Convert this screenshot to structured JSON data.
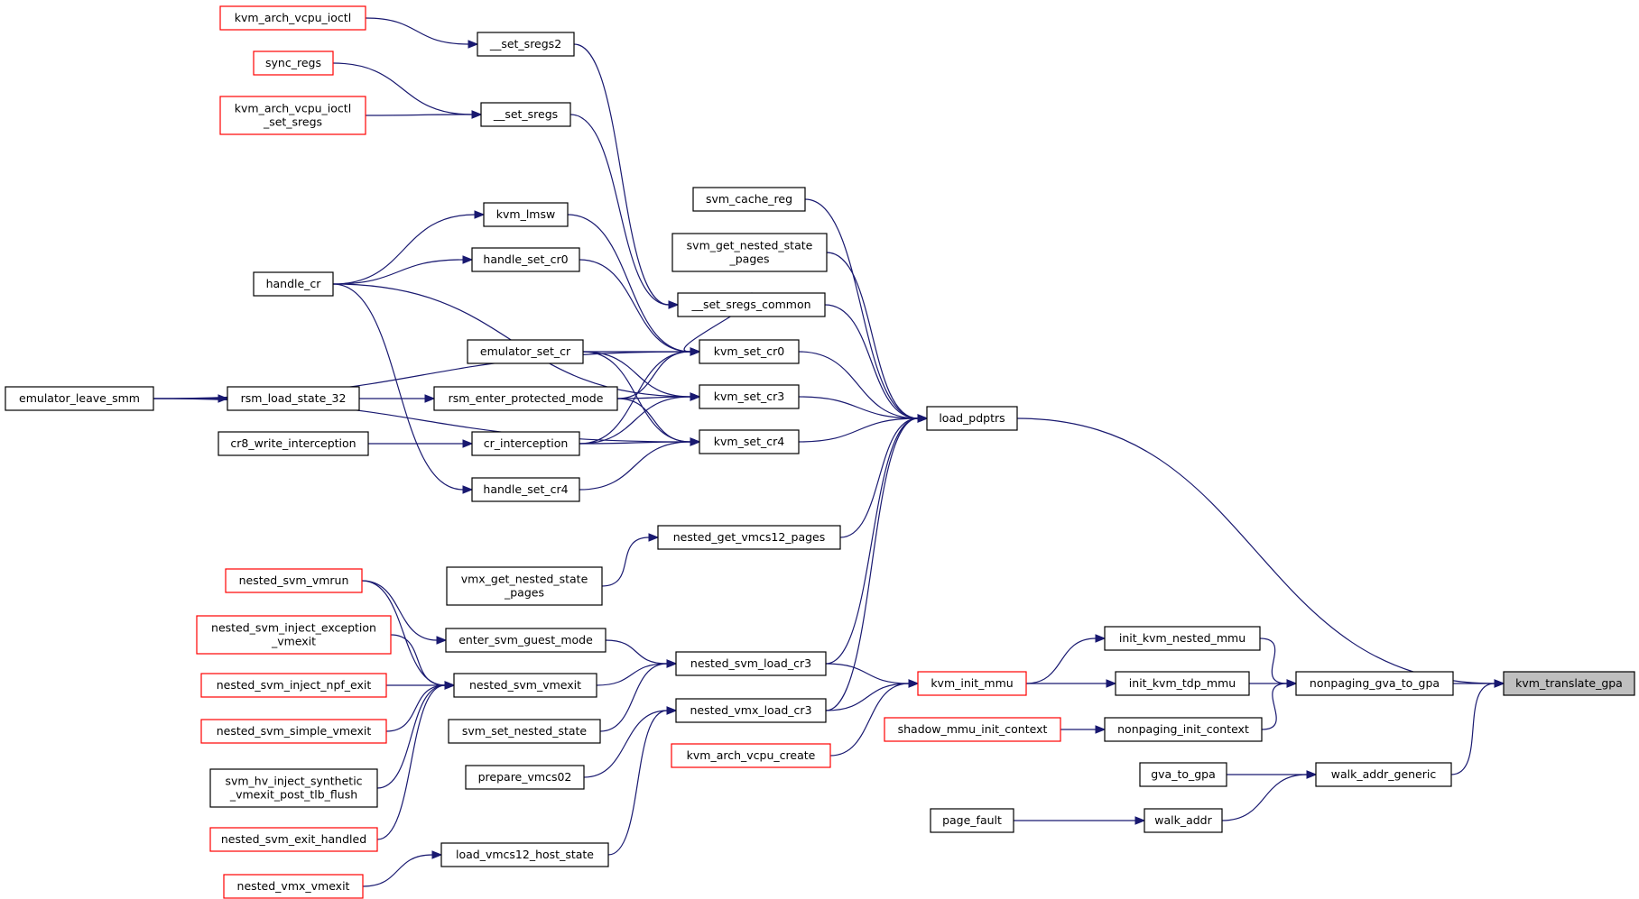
{
  "diagram": {
    "nodes": [
      {
        "id": "kvm_translate_gpa",
        "lines": [
          "kvm_translate_gpa"
        ],
        "style": "focus"
      },
      {
        "id": "nonpaging_gva_to_gpa",
        "lines": [
          "nonpaging_gva_to_gpa"
        ],
        "style": "normal"
      },
      {
        "id": "walk_addr_generic",
        "lines": [
          "walk_addr_generic"
        ],
        "style": "normal"
      },
      {
        "id": "load_pdptrs",
        "lines": [
          "load_pdptrs"
        ],
        "style": "normal"
      },
      {
        "id": "init_kvm_nested_mmu",
        "lines": [
          "init_kvm_nested_mmu"
        ],
        "style": "normal"
      },
      {
        "id": "init_kvm_tdp_mmu",
        "lines": [
          "init_kvm_tdp_mmu"
        ],
        "style": "normal"
      },
      {
        "id": "nonpaging_init_context",
        "lines": [
          "nonpaging_init_context"
        ],
        "style": "normal"
      },
      {
        "id": "gva_to_gpa",
        "lines": [
          "gva_to_gpa"
        ],
        "style": "normal"
      },
      {
        "id": "walk_addr",
        "lines": [
          "walk_addr"
        ],
        "style": "normal"
      },
      {
        "id": "page_fault",
        "lines": [
          "page_fault"
        ],
        "style": "normal"
      },
      {
        "id": "kvm_init_mmu",
        "lines": [
          "kvm_init_mmu"
        ],
        "style": "external"
      },
      {
        "id": "shadow_mmu_init_context",
        "lines": [
          "shadow_mmu_init_context"
        ],
        "style": "external"
      },
      {
        "id": "svm_cache_reg",
        "lines": [
          "svm_cache_reg"
        ],
        "style": "normal"
      },
      {
        "id": "svm_get_nested_state_pages",
        "lines": [
          "svm_get_nested_state",
          "_pages"
        ],
        "style": "normal"
      },
      {
        "id": "__set_sregs_common",
        "lines": [
          "__set_sregs_common"
        ],
        "style": "normal"
      },
      {
        "id": "kvm_set_cr0",
        "lines": [
          "kvm_set_cr0"
        ],
        "style": "normal"
      },
      {
        "id": "kvm_set_cr3",
        "lines": [
          "kvm_set_cr3"
        ],
        "style": "normal"
      },
      {
        "id": "kvm_set_cr4",
        "lines": [
          "kvm_set_cr4"
        ],
        "style": "normal"
      },
      {
        "id": "nested_get_vmcs12_pages",
        "lines": [
          "nested_get_vmcs12_pages"
        ],
        "style": "normal"
      },
      {
        "id": "nested_svm_load_cr3",
        "lines": [
          "nested_svm_load_cr3"
        ],
        "style": "normal"
      },
      {
        "id": "nested_vmx_load_cr3",
        "lines": [
          "nested_vmx_load_cr3"
        ],
        "style": "normal"
      },
      {
        "id": "kvm_arch_vcpu_create",
        "lines": [
          "kvm_arch_vcpu_create"
        ],
        "style": "external"
      },
      {
        "id": "__set_sregs2",
        "lines": [
          "__set_sregs2"
        ],
        "style": "normal"
      },
      {
        "id": "__set_sregs",
        "lines": [
          "__set_sregs"
        ],
        "style": "normal"
      },
      {
        "id": "kvm_lmsw",
        "lines": [
          "kvm_lmsw"
        ],
        "style": "normal"
      },
      {
        "id": "handle_set_cr0",
        "lines": [
          "handle_set_cr0"
        ],
        "style": "normal"
      },
      {
        "id": "emulator_set_cr",
        "lines": [
          "emulator_set_cr"
        ],
        "style": "normal"
      },
      {
        "id": "rsm_enter_protected_mode",
        "lines": [
          "rsm_enter_protected_mode"
        ],
        "style": "normal"
      },
      {
        "id": "cr_interception",
        "lines": [
          "cr_interception"
        ],
        "style": "normal"
      },
      {
        "id": "handle_set_cr4",
        "lines": [
          "handle_set_cr4"
        ],
        "style": "normal"
      },
      {
        "id": "vmx_get_nested_state_pages",
        "lines": [
          "vmx_get_nested_state",
          "_pages"
        ],
        "style": "normal"
      },
      {
        "id": "enter_svm_guest_mode",
        "lines": [
          "enter_svm_guest_mode"
        ],
        "style": "normal"
      },
      {
        "id": "nested_svm_vmexit",
        "lines": [
          "nested_svm_vmexit"
        ],
        "style": "normal"
      },
      {
        "id": "svm_set_nested_state",
        "lines": [
          "svm_set_nested_state"
        ],
        "style": "normal"
      },
      {
        "id": "prepare_vmcs02",
        "lines": [
          "prepare_vmcs02"
        ],
        "style": "normal"
      },
      {
        "id": "load_vmcs12_host_state",
        "lines": [
          "load_vmcs12_host_state"
        ],
        "style": "normal"
      },
      {
        "id": "kvm_arch_vcpu_ioctl",
        "lines": [
          "kvm_arch_vcpu_ioctl"
        ],
        "style": "external"
      },
      {
        "id": "sync_regs",
        "lines": [
          "sync_regs"
        ],
        "style": "external"
      },
      {
        "id": "kvm_arch_vcpu_ioctl_set_sregs",
        "lines": [
          "kvm_arch_vcpu_ioctl",
          "_set_sregs"
        ],
        "style": "external"
      },
      {
        "id": "handle_cr",
        "lines": [
          "handle_cr"
        ],
        "style": "normal"
      },
      {
        "id": "rsm_load_state_32",
        "lines": [
          "rsm_load_state_32"
        ],
        "style": "normal"
      },
      {
        "id": "cr8_write_interception",
        "lines": [
          "cr8_write_interception"
        ],
        "style": "normal"
      },
      {
        "id": "emulator_leave_smm",
        "lines": [
          "emulator_leave_smm"
        ],
        "style": "normal"
      },
      {
        "id": "nested_svm_vmrun",
        "lines": [
          "nested_svm_vmrun"
        ],
        "style": "external"
      },
      {
        "id": "nested_svm_inject_exception_vmexit",
        "lines": [
          "nested_svm_inject_exception",
          "_vmexit"
        ],
        "style": "external"
      },
      {
        "id": "nested_svm_inject_npf_exit",
        "lines": [
          "nested_svm_inject_npf_exit"
        ],
        "style": "external"
      },
      {
        "id": "nested_svm_simple_vmexit",
        "lines": [
          "nested_svm_simple_vmexit"
        ],
        "style": "external"
      },
      {
        "id": "svm_hv_inject_synthetic_vmexit_post_tlb_flush",
        "lines": [
          "svm_hv_inject_synthetic",
          "_vmexit_post_tlb_flush"
        ],
        "style": "normal"
      },
      {
        "id": "nested_svm_exit_handled",
        "lines": [
          "nested_svm_exit_handled"
        ],
        "style": "external"
      },
      {
        "id": "nested_vmx_vmexit",
        "lines": [
          "nested_vmx_vmexit"
        ],
        "style": "external"
      }
    ],
    "edges": [
      {
        "from": "nonpaging_gva_to_gpa",
        "to": "kvm_translate_gpa"
      },
      {
        "from": "walk_addr_generic",
        "to": "kvm_translate_gpa"
      },
      {
        "from": "load_pdptrs",
        "to": "kvm_translate_gpa"
      },
      {
        "from": "init_kvm_nested_mmu",
        "to": "nonpaging_gva_to_gpa"
      },
      {
        "from": "init_kvm_tdp_mmu",
        "to": "nonpaging_gva_to_gpa"
      },
      {
        "from": "nonpaging_init_context",
        "to": "nonpaging_gva_to_gpa"
      },
      {
        "from": "gva_to_gpa",
        "to": "walk_addr_generic"
      },
      {
        "from": "walk_addr",
        "to": "walk_addr_generic"
      },
      {
        "from": "page_fault",
        "to": "walk_addr"
      },
      {
        "from": "kvm_init_mmu",
        "to": "init_kvm_nested_mmu"
      },
      {
        "from": "kvm_init_mmu",
        "to": "init_kvm_tdp_mmu"
      },
      {
        "from": "shadow_mmu_init_context",
        "to": "nonpaging_init_context"
      },
      {
        "from": "svm_cache_reg",
        "to": "load_pdptrs"
      },
      {
        "from": "svm_get_nested_state_pages",
        "to": "load_pdptrs"
      },
      {
        "from": "__set_sregs_common",
        "to": "load_pdptrs"
      },
      {
        "from": "kvm_set_cr0",
        "to": "load_pdptrs"
      },
      {
        "from": "kvm_set_cr3",
        "to": "load_pdptrs"
      },
      {
        "from": "kvm_set_cr4",
        "to": "load_pdptrs"
      },
      {
        "from": "nested_get_vmcs12_pages",
        "to": "load_pdptrs"
      },
      {
        "from": "nested_svm_load_cr3",
        "to": "load_pdptrs"
      },
      {
        "from": "nested_vmx_load_cr3",
        "to": "load_pdptrs"
      },
      {
        "from": "nested_svm_load_cr3",
        "to": "kvm_init_mmu"
      },
      {
        "from": "nested_vmx_load_cr3",
        "to": "kvm_init_mmu"
      },
      {
        "from": "kvm_arch_vcpu_create",
        "to": "kvm_init_mmu"
      },
      {
        "from": "__set_sregs2",
        "to": "__set_sregs_common"
      },
      {
        "from": "__set_sregs",
        "to": "__set_sregs_common"
      },
      {
        "from": "__set_sregs_common",
        "to": "kvm_set_cr0"
      },
      {
        "from": "kvm_lmsw",
        "to": "kvm_set_cr0"
      },
      {
        "from": "handle_set_cr0",
        "to": "kvm_set_cr0"
      },
      {
        "from": "emulator_set_cr",
        "to": "kvm_set_cr0"
      },
      {
        "from": "rsm_enter_protected_mode",
        "to": "kvm_set_cr0"
      },
      {
        "from": "cr_interception",
        "to": "kvm_set_cr0"
      },
      {
        "from": "handle_cr",
        "to": "kvm_set_cr3"
      },
      {
        "from": "emulator_set_cr",
        "to": "kvm_set_cr3"
      },
      {
        "from": "rsm_enter_protected_mode",
        "to": "kvm_set_cr3"
      },
      {
        "from": "cr_interception",
        "to": "kvm_set_cr3"
      },
      {
        "from": "emulator_set_cr",
        "to": "kvm_set_cr4"
      },
      {
        "from": "rsm_enter_protected_mode",
        "to": "kvm_set_cr4"
      },
      {
        "from": "cr_interception",
        "to": "kvm_set_cr4"
      },
      {
        "from": "handle_set_cr4",
        "to": "kvm_set_cr4"
      },
      {
        "from": "emulator_leave_smm",
        "to": "kvm_set_cr4"
      },
      {
        "from": "vmx_get_nested_state_pages",
        "to": "nested_get_vmcs12_pages"
      },
      {
        "from": "enter_svm_guest_mode",
        "to": "nested_svm_load_cr3"
      },
      {
        "from": "nested_svm_vmexit",
        "to": "nested_svm_load_cr3"
      },
      {
        "from": "svm_set_nested_state",
        "to": "nested_svm_load_cr3"
      },
      {
        "from": "prepare_vmcs02",
        "to": "nested_vmx_load_cr3"
      },
      {
        "from": "load_vmcs12_host_state",
        "to": "nested_vmx_load_cr3"
      },
      {
        "from": "kvm_arch_vcpu_ioctl",
        "to": "__set_sregs2"
      },
      {
        "from": "sync_regs",
        "to": "__set_sregs"
      },
      {
        "from": "kvm_arch_vcpu_ioctl_set_sregs",
        "to": "__set_sregs"
      },
      {
        "from": "handle_cr",
        "to": "kvm_lmsw"
      },
      {
        "from": "handle_cr",
        "to": "handle_set_cr0"
      },
      {
        "from": "handle_cr",
        "to": "handle_set_cr4"
      },
      {
        "from": "emulator_leave_smm",
        "to": "rsm_load_state_32"
      },
      {
        "from": "rsm_load_state_32",
        "to": "rsm_enter_protected_mode"
      },
      {
        "from": "cr8_write_interception",
        "to": "cr_interception"
      },
      {
        "from": "emulator_leave_smm",
        "to": "kvm_set_cr0"
      },
      {
        "from": "nested_svm_vmrun",
        "to": "enter_svm_guest_mode"
      },
      {
        "from": "nested_svm_vmrun",
        "to": "nested_svm_vmexit"
      },
      {
        "from": "nested_svm_inject_exception_vmexit",
        "to": "nested_svm_vmexit"
      },
      {
        "from": "nested_svm_inject_npf_exit",
        "to": "nested_svm_vmexit"
      },
      {
        "from": "nested_svm_simple_vmexit",
        "to": "nested_svm_vmexit"
      },
      {
        "from": "svm_hv_inject_synthetic_vmexit_post_tlb_flush",
        "to": "nested_svm_vmexit"
      },
      {
        "from": "nested_svm_exit_handled",
        "to": "nested_svm_vmexit"
      },
      {
        "from": "nested_vmx_vmexit",
        "to": "load_vmcs12_host_state"
      }
    ]
  }
}
